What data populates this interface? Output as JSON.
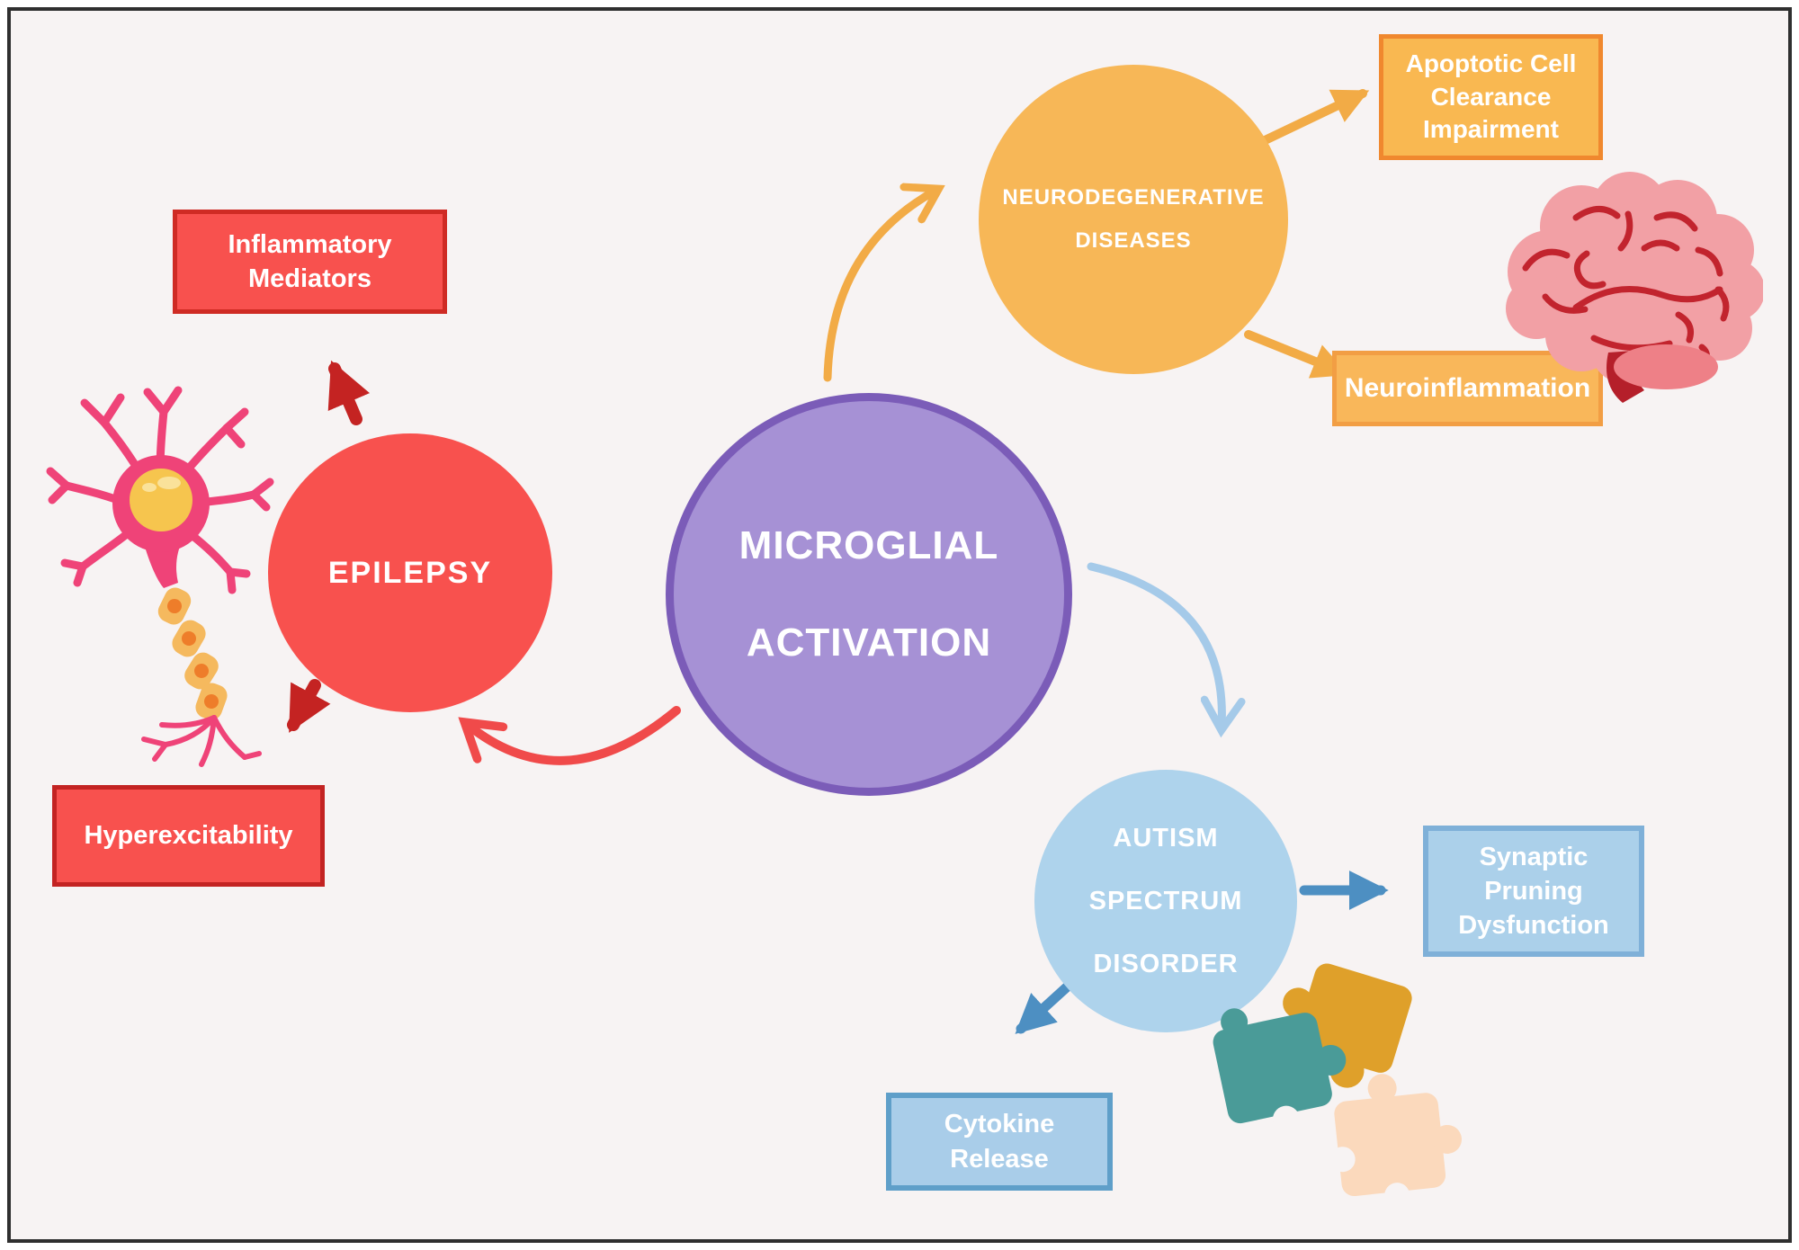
{
  "figure": {
    "background_color": "#f7f3f3",
    "frame_color": "#2f2f2f"
  },
  "center_node": {
    "line1": "MICROGLIAL",
    "line2": "ACTIVATION",
    "fill": "#a691d5",
    "border": "#7b5cb8"
  },
  "epilepsy": {
    "label": "EPILEPSY",
    "fill": "#f8514e",
    "dark_red_arrow_color": "#c42322",
    "curve_arrow_color": "#f04a4a",
    "inflammatory_box": {
      "line1": "Inflammatory",
      "line2": "Mediators"
    },
    "hyperexcitability_box": {
      "label": "Hyperexcitability"
    }
  },
  "neurodegenerative": {
    "line1": "NEURODEGENERATIVE",
    "line2": "DISEASES",
    "fill": "#f7b757",
    "arrow_color": "#f2ab46",
    "apoptotic_box": {
      "line1": "Apoptotic Cell",
      "line2": "Clearance",
      "line3": "Impairment"
    },
    "neuroinflammation_box": {
      "label": "Neuroinflammation"
    }
  },
  "autism": {
    "line1": "AUTISM",
    "line2": "SPECTRUM",
    "line3": "DISORDER",
    "fill": "#aed3ec",
    "arrow_color": "#4d8fc2",
    "curve_arrow_color": "#a5cae9",
    "synaptic_box": {
      "line1": "Synaptic",
      "line2": "Pruning",
      "line3": "Dysfunction"
    },
    "cytokine_box": {
      "line1": "Cytokine",
      "line2": "Release"
    }
  },
  "icons": {
    "brain": "brain-icon",
    "neuron": "neuron-icon",
    "puzzle": "puzzle-pieces-icon"
  },
  "colors": {
    "red": "#f8514e",
    "red_border": "#cf2b24",
    "dark_red": "#c42322",
    "yellow": "#f7b757",
    "yellow_arrow": "#f2ab46",
    "orange_border": "#f0882e",
    "purple": "#a691d5",
    "purple_border": "#7b5cb8",
    "blue_light": "#aed3ec",
    "blue_arrow": "#4d8fc2",
    "blue_border": "#5f9fc9",
    "brain_pink": "#f2a0a5",
    "brain_line_red": "#c2242e",
    "brain_stem_red": "#b51f2a",
    "neuron_pink": "#ef4378",
    "neuron_nucleus_yellow": "#f6c54e",
    "myelin_yellow": "#f5b95e",
    "myelin_orange": "#ee7d2a",
    "puzzle_gold": "#dfa02a",
    "puzzle_teal": "#4a9b98",
    "puzzle_peach": "#fbd9bc"
  }
}
